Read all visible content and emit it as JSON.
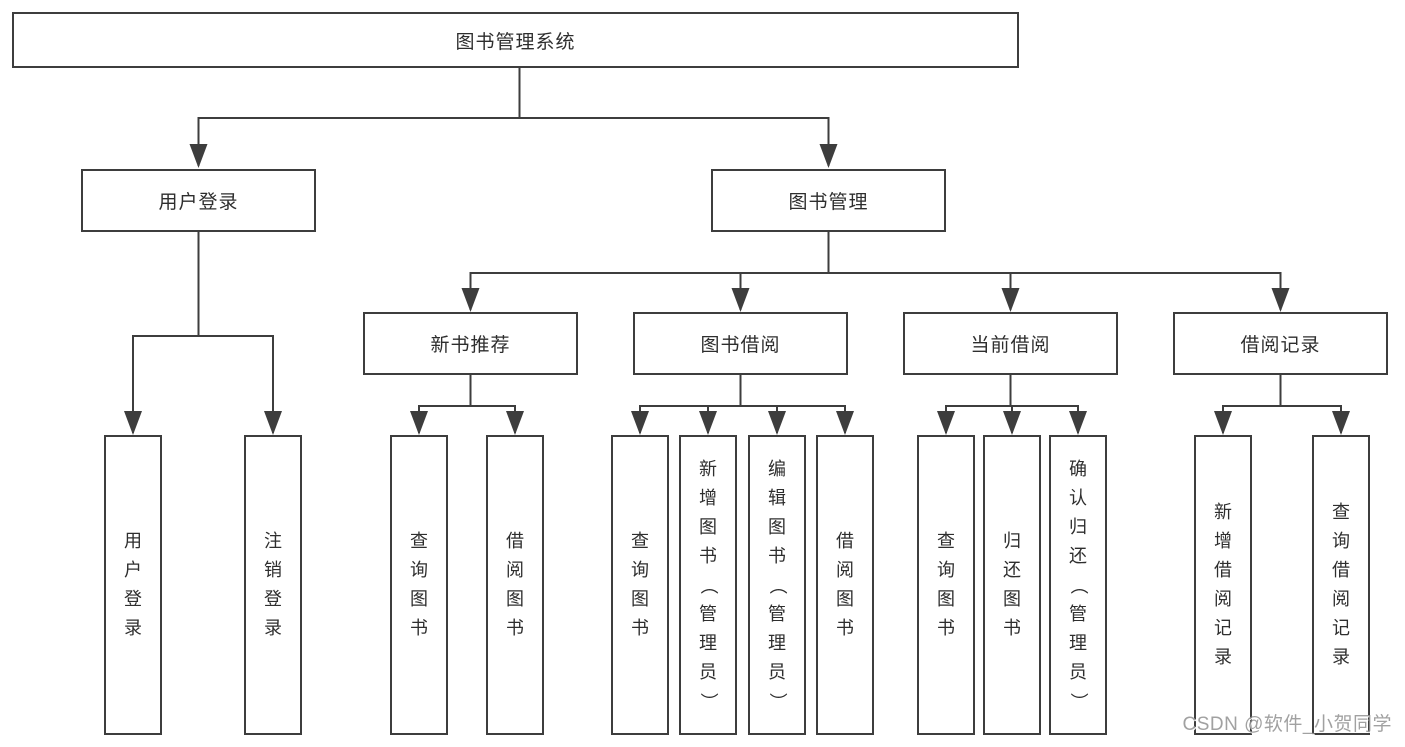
{
  "tree": {
    "root": {
      "label": "图书管理系统"
    },
    "level2": [
      {
        "label": "用户登录"
      },
      {
        "label": "图书管理"
      }
    ],
    "level3": [
      {
        "label": "新书推荐"
      },
      {
        "label": "图书借阅"
      },
      {
        "label": "当前借阅"
      },
      {
        "label": "借阅记录"
      }
    ],
    "leaves": {
      "user_login": [
        "用户登录",
        "注销登录"
      ],
      "new_book_recommend": [
        "查询图书",
        "借阅图书"
      ],
      "book_borrow": [
        "查询图书",
        "新增图书（管理员）",
        "编辑图书（管理员）",
        "借阅图书"
      ],
      "current_borrow": [
        "查询图书",
        "归还图书",
        "确认归还（管理员）"
      ],
      "borrow_records": [
        "新增借阅记录",
        "查询借阅记录"
      ]
    }
  },
  "watermark": "CSDN @软件_小贺同学",
  "colors": {
    "line": "#3d3d3d",
    "box_border": "#3d3d3d",
    "text": "#2e2e2e",
    "background": "#ffffff",
    "watermark": "#919191"
  }
}
